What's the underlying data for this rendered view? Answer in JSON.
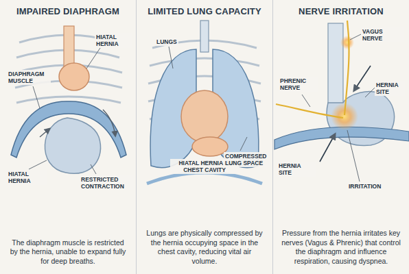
{
  "diagram": {
    "nodes": [
      {
        "text": [
          "IMPAIRED DIAPHRAGM",
          "The diaphragm muscle is restricted by the hernia, unable to expand fully for deep breaths."
        ]
      },
      {
        "text": [
          "LIMITED LUNG CAPACITY",
          "Lungs are physically compressed by the hernia occupying space in the chest cavity, reducing vital air volume."
        ]
      },
      {
        "text": [
          "NERVE IRRITATION",
          "Pressure from the hernia irritates key nerves (Vagus & Phrenic) that control the diaphragm and influence respiration, causing dyspnea."
        ]
      }
    ],
    "labels": [
      "DIAPHRAGM MUSCLE",
      "HIATAL HERNIA",
      "HIATAL HERNIA",
      "RESTRICTED CONTRACTION",
      "LUNGS",
      "HIATAL HERNIA IN CHEST CAVITY",
      "COMPRESSED LUNG SPACE",
      "VAGUS NERVE",
      "PHRENIC NERVE",
      "HERNIA SITE",
      "HERNIA SITE",
      "IRRITATION"
    ]
  }
}
